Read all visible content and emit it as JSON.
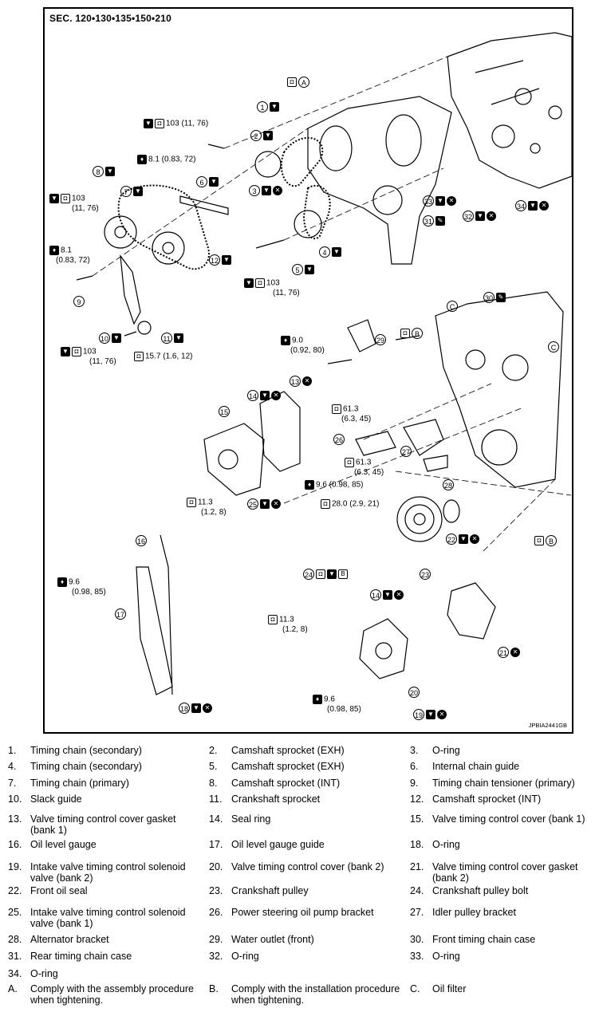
{
  "diagram": {
    "section_title": "SEC. 120•130•135•150•210",
    "image_code": "JPBIA2441GB",
    "torques": {
      "t103_a": "103 (11, 76)",
      "t81_a": "8.1 (0.83, 72)",
      "t103_b": "103",
      "t103_b2": "(11, 76)",
      "t81_b": "8.1",
      "t81_b2": "(0.83, 72)",
      "t103_c": "103",
      "t103_c2": "(11, 76)",
      "t103_d": "103",
      "t103_d2": "(11, 76)",
      "t157": "15.7 (1.6, 12)",
      "t90": "9.0",
      "t90b": "(0.92, 80)",
      "t613a": "61.3",
      "t613a2": "(6.3, 45)",
      "t613b": "61.3",
      "t613b2": "(6.3, 45)",
      "t96a": "9.6 (0.98, 85)",
      "t280": "28.0 (2.9, 21)",
      "t113a": "11.3",
      "t113a2": "(1.2, 8)",
      "t96b": "9.6",
      "t96b2": "(0.98, 85)",
      "t113b": "11.3",
      "t113b2": "(1.2, 8)",
      "t96c": "9.6",
      "t96c2": "(0.98, 85)"
    },
    "letters": {
      "a": "A",
      "b": "B",
      "c": "C"
    }
  },
  "legend": [
    [
      {
        "n": "1.",
        "t": "Timing chain (secondary)"
      },
      {
        "n": "2.",
        "t": "Camshaft sprocket (EXH)"
      },
      {
        "n": "3.",
        "t": "O-ring"
      }
    ],
    [
      {
        "n": "4.",
        "t": "Timing chain (secondary)"
      },
      {
        "n": "5.",
        "t": "Camshaft sprocket (EXH)"
      },
      {
        "n": "6.",
        "t": "Internal chain guide"
      }
    ],
    [
      {
        "n": "7.",
        "t": "Timing chain (primary)"
      },
      {
        "n": "8.",
        "t": "Camshaft sprocket (INT)"
      },
      {
        "n": "9.",
        "t": "Timing chain tensioner (primary)"
      }
    ],
    [
      {
        "n": "10.",
        "t": "Slack guide"
      },
      {
        "n": "11.",
        "t": "Crankshaft sprocket"
      },
      {
        "n": "12.",
        "t": "Camshaft sprocket (INT)"
      }
    ],
    [
      {
        "n": "13.",
        "t": "Valve timing control cover gasket (bank 1)"
      },
      {
        "n": "14.",
        "t": "Seal ring"
      },
      {
        "n": "15.",
        "t": "Valve timing control cover (bank 1)"
      }
    ],
    [
      {
        "n": "16.",
        "t": "Oil level gauge"
      },
      {
        "n": "17.",
        "t": "Oil level gauge guide"
      },
      {
        "n": "18.",
        "t": "O-ring"
      }
    ],
    [
      {
        "n": "19.",
        "t": "Intake valve timing control solenoid valve (bank 2)"
      },
      {
        "n": "20.",
        "t": "Valve timing control cover (bank 2)"
      },
      {
        "n": "21.",
        "t": "Valve timing control cover gasket (bank 2)"
      }
    ],
    [
      {
        "n": "22.",
        "t": "Front oil seal"
      },
      {
        "n": "23.",
        "t": "Crankshaft pulley"
      },
      {
        "n": "24.",
        "t": "Crankshaft pulley bolt"
      }
    ],
    [
      {
        "n": "25.",
        "t": "Intake valve timing control solenoid valve (bank 1)"
      },
      {
        "n": "26.",
        "t": "Power steering oil pump bracket"
      },
      {
        "n": "27.",
        "t": "Idler pulley bracket"
      }
    ],
    [
      {
        "n": "28.",
        "t": "Alternator bracket"
      },
      {
        "n": "29.",
        "t": "Water outlet (front)"
      },
      {
        "n": "30.",
        "t": "Front timing chain case"
      }
    ],
    [
      {
        "n": "31.",
        "t": "Rear timing chain case"
      },
      {
        "n": "32.",
        "t": "O-ring"
      },
      {
        "n": "33.",
        "t": "O-ring"
      }
    ],
    [
      {
        "n": "34.",
        "t": "O-ring"
      }
    ],
    [
      {
        "n": "A.",
        "t": "Comply with the assembly procedure when tightening."
      },
      {
        "n": "B.",
        "t": "Comply with the installation procedure when tightening."
      },
      {
        "n": "C.",
        "t": "Oil filter"
      }
    ]
  ]
}
